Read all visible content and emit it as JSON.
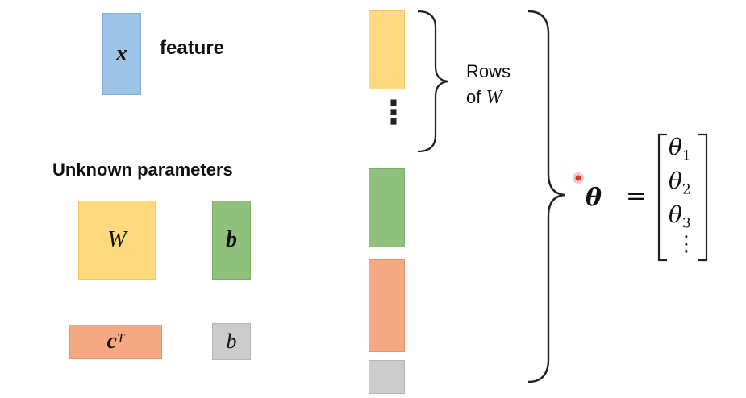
{
  "colors": {
    "blue": "#9dc3e6",
    "blue_border": "#86aed4",
    "yellow": "#ffd97f",
    "yellow_border": "#f0c664",
    "green": "#8fc07c",
    "green_border": "#7aad67",
    "orange": "#f5a881",
    "orange_border": "#e79469",
    "gray": "#cccccc",
    "gray_border": "#b5b5b5",
    "pointer": "#e03030"
  },
  "feature": {
    "symbol": "x",
    "label": "feature"
  },
  "unknown_params": {
    "heading": "Unknown parameters",
    "W_symbol": "W",
    "b_vec_symbol": "b",
    "c_symbol": "c",
    "c_superscript": "T",
    "b_scalar_symbol": "b"
  },
  "stack": {
    "dots": "⋮",
    "rows_label_line1": "Rows",
    "rows_label_line2_prefix": "of ",
    "rows_label_line2_symbol": "W"
  },
  "theta": {
    "symbol": "θ",
    "equals": "=",
    "entries": [
      {
        "base": "θ",
        "sub": "1"
      },
      {
        "base": "θ",
        "sub": "2"
      },
      {
        "base": "θ",
        "sub": "3"
      }
    ],
    "vdots": "⋮"
  }
}
